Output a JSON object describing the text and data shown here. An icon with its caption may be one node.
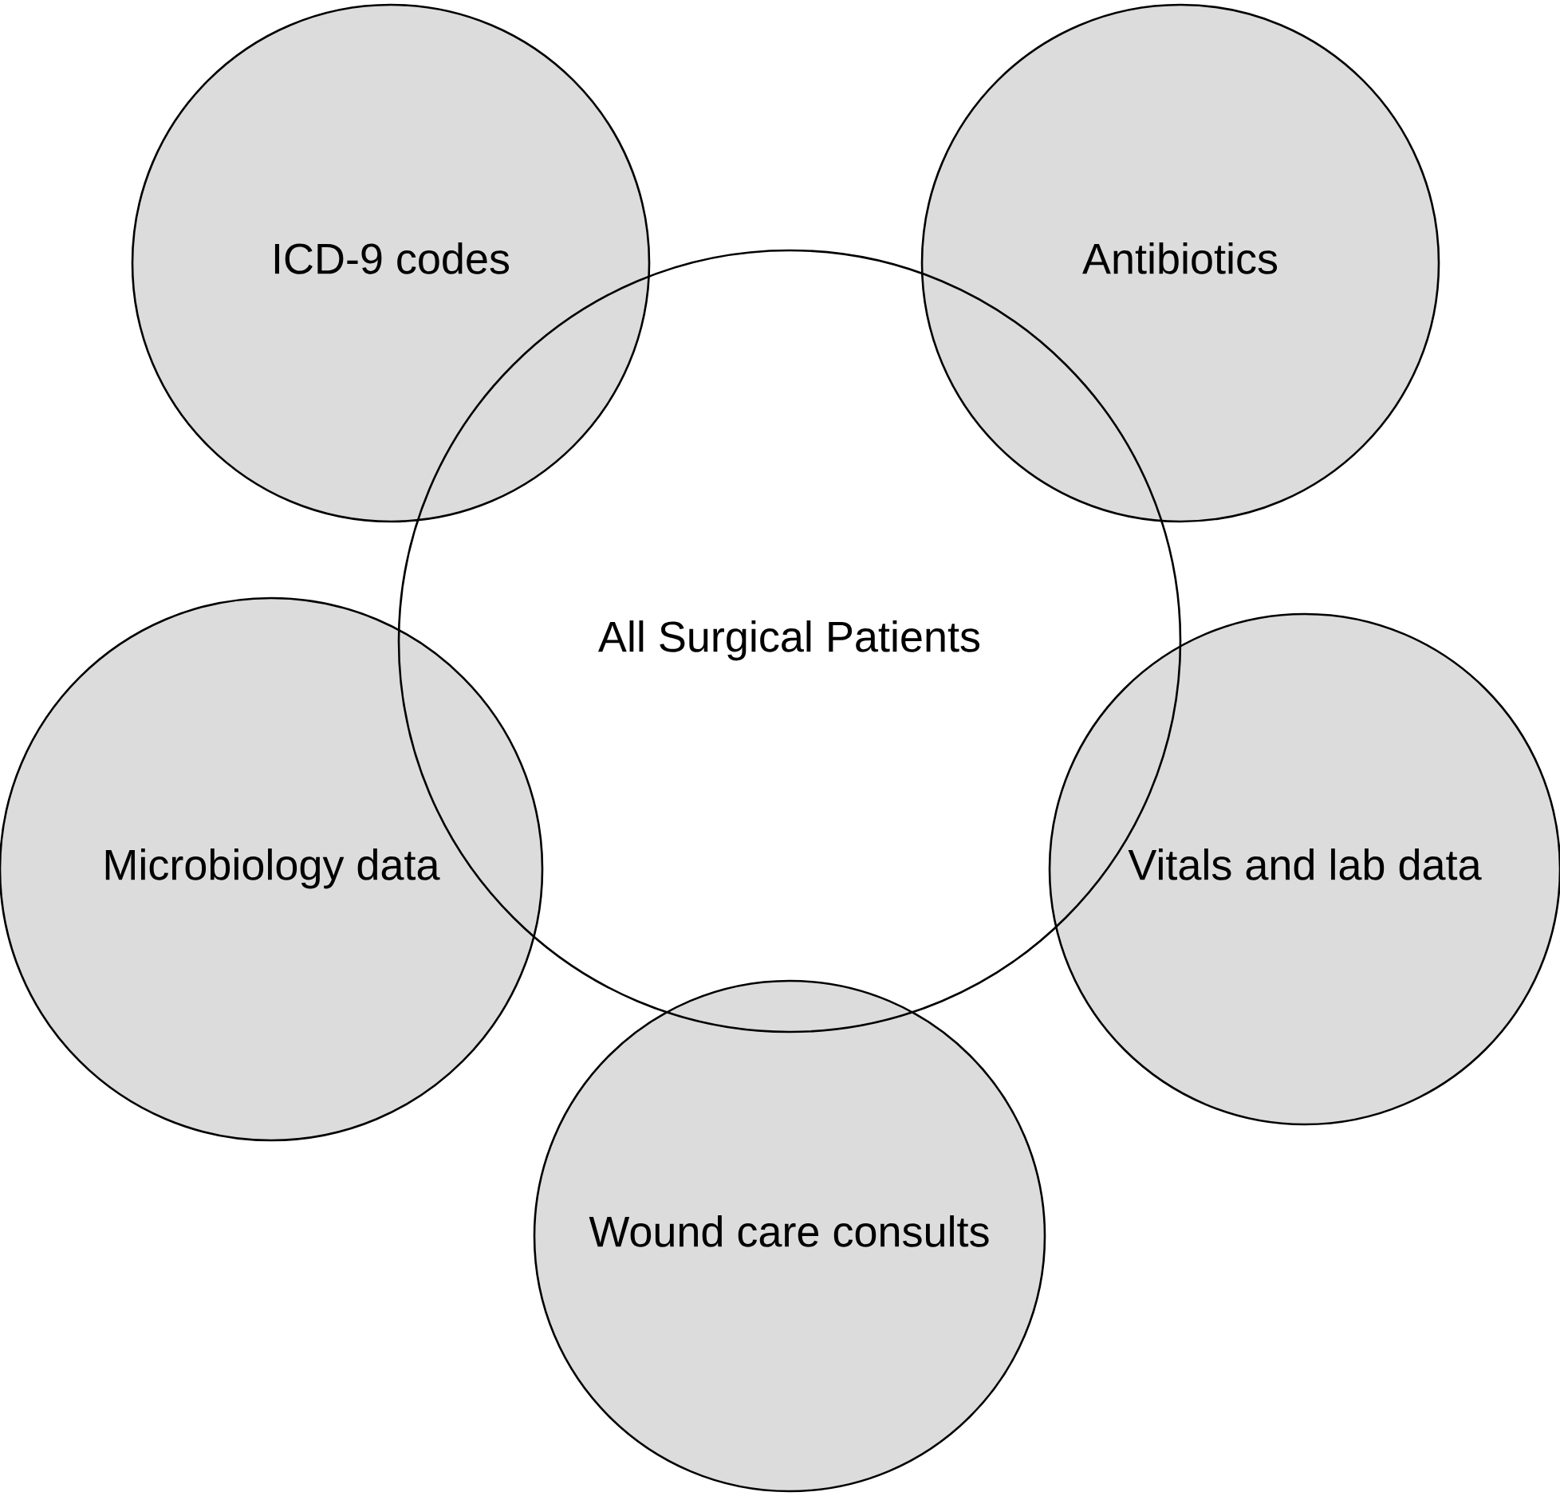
{
  "diagram": {
    "nodes": [
      {
        "text": [
          "ICD-9 codes"
        ]
      },
      {
        "text": [
          "Antibiotics"
        ]
      },
      {
        "text": [
          "All Surgical Patients"
        ]
      },
      {
        "text": [
          "Microbiology data"
        ]
      },
      {
        "text": [
          "Vitals and lab data"
        ]
      },
      {
        "text": [
          "Wound care consults"
        ]
      }
    ]
  }
}
